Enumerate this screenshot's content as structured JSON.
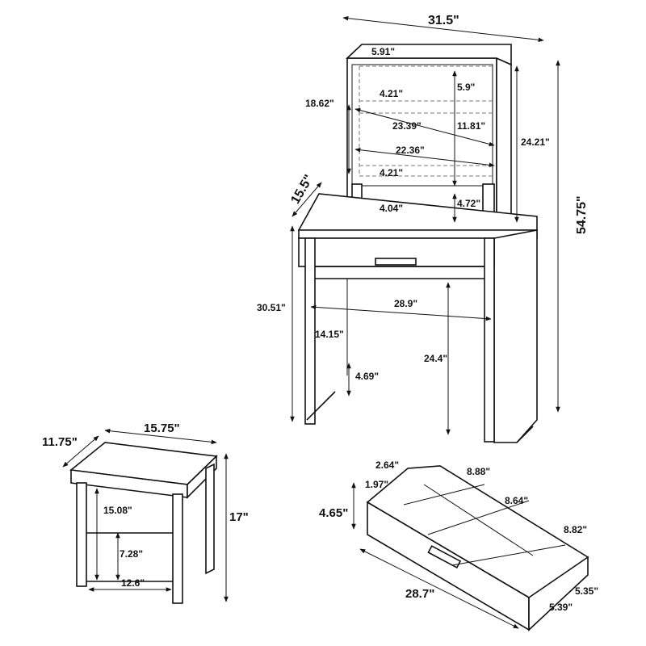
{
  "vanity": {
    "mirror": {
      "overall_width": "31.5\"",
      "frame_top": "5.91\"",
      "side_depth": "18.62\"",
      "shelf_gap_top": "5.9\"",
      "shelf_depth_top": "4.21\"",
      "shelf_width": "23.39\"",
      "shelf_gap_mid": "11.81\"",
      "inner_width": "22.36\"",
      "shelf_depth_bottom": "4.21\"",
      "mirror_height": "24.21\"",
      "base_gap": "4.72\"",
      "leg_depth": "4.04\""
    },
    "table": {
      "depth": "15.5\"",
      "overall_height": "54.75\"",
      "table_height": "30.51\"",
      "knee_width": "28.9\"",
      "leg_depth": "14.15\"",
      "knee_height": "24.4\"",
      "foot_height": "4.69\""
    }
  },
  "stool": {
    "depth": "11.75\"",
    "width": "15.75\"",
    "height": "17\"",
    "apron": "15.08\"",
    "inner_height": "7.28\"",
    "inner_width": "12.6\""
  },
  "drawer": {
    "compartment_a": "2.64\"",
    "compartment_b": "8.88\"",
    "compartment_c": "1.97\"",
    "compartment_d": "8.64\"",
    "height": "4.65\"",
    "compartment_e": "8.82\"",
    "width": "28.7\"",
    "compartment_f": "5.35\"",
    "compartment_g": "5.39\""
  }
}
